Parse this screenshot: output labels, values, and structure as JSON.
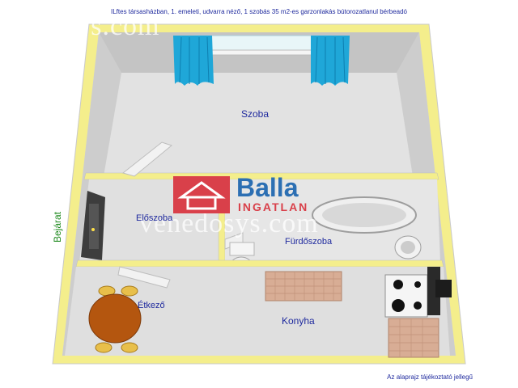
{
  "caption": "ILftes társasházban, 1. emeleti, udvarra néző, 1 szobás 35 m2-es garzonlakás bútorozatlanul bérbeadó",
  "footnote": "Az alaprajz tájékoztató jellegű",
  "entrance_label": "Bejárat",
  "rooms": {
    "szoba": "Szoba",
    "eloszoba": "Előszoba",
    "furdoszoba": "Fürdőszoba",
    "etkezo": "Étkező",
    "konyha": "Konyha"
  },
  "logo": {
    "name": "Balla",
    "sub": "INGATLAN"
  },
  "watermark": {
    "top": "osys.com",
    "middle": "venedosys.com"
  },
  "colors": {
    "wall": "#f4ee8c",
    "floor": "#d6d6d6",
    "curtain": "#1fa7d8",
    "table": "#b4560f",
    "tile": "#d8ad95",
    "logo_red": "#d9404a",
    "logo_blue": "#2c6fb3",
    "text_blue": "#1f2a9e",
    "text_green": "#1f8a1f"
  }
}
